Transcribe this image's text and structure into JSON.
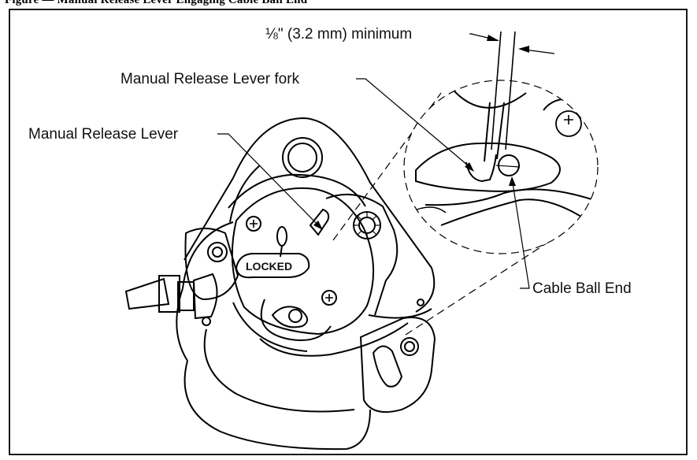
{
  "figure": {
    "caption": "Figure — Manual Release Lever Engaging Cable Ball End"
  },
  "labels": {
    "clearance": "⅛\" (3.2 mm) minimum",
    "fork": "Manual Release Lever fork",
    "lever": "Manual Release Lever",
    "ball_end": "Cable Ball End",
    "locked": "LOCKED"
  }
}
